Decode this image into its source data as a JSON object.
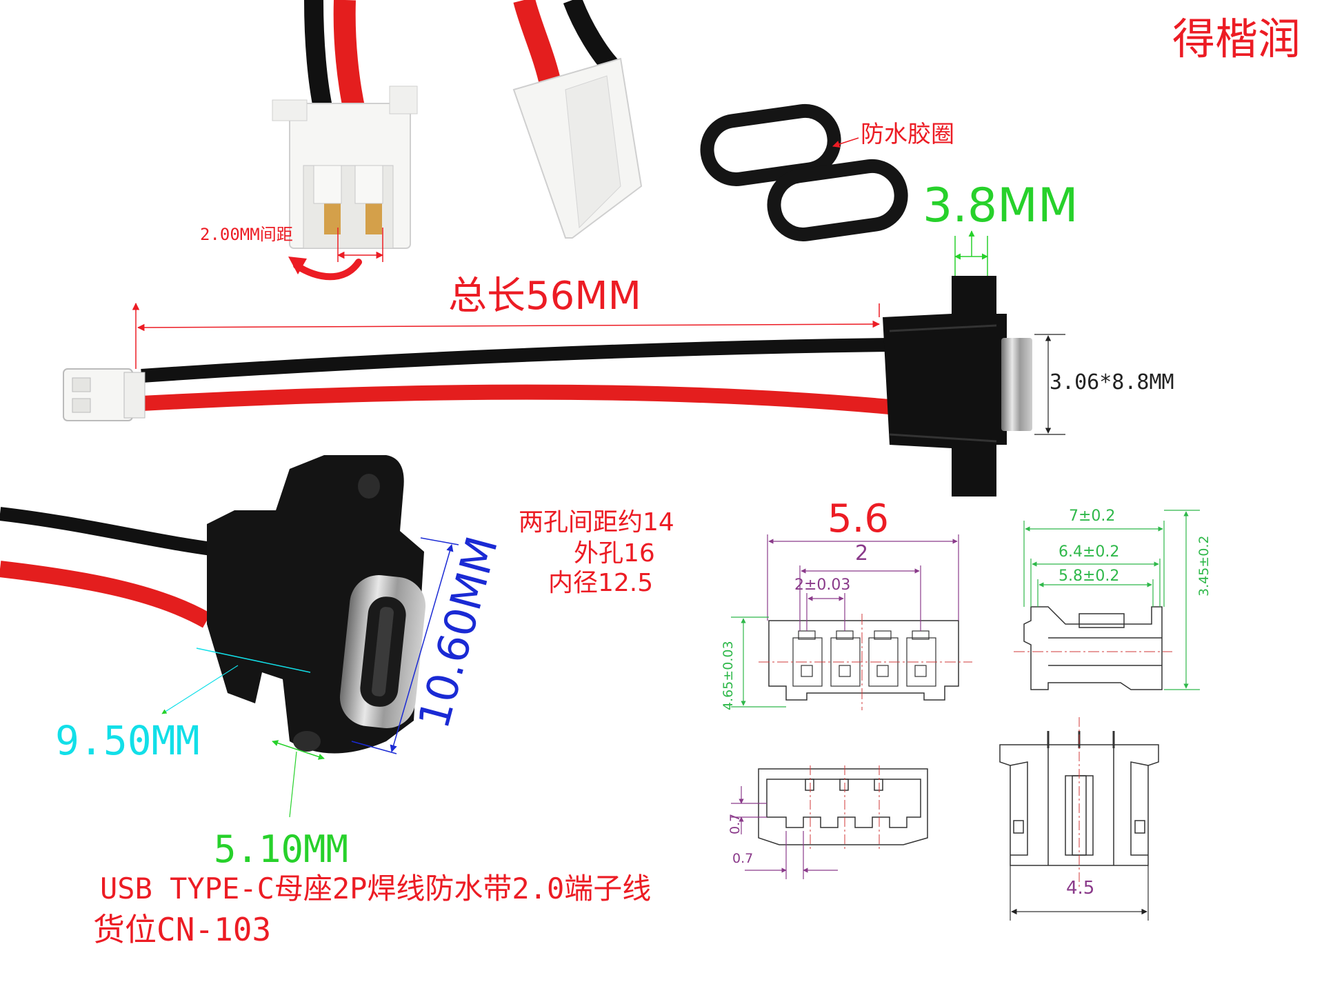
{
  "brand": "得楷润",
  "labels": {
    "pitch": "2.00MM间距",
    "seal_ring": "防水胶圈",
    "thickness": "3.8MM",
    "total_length": "总长56MM",
    "opening": "3.06*8.8MM",
    "hole_spacing": "两孔间距约14",
    "outer_hole": "外孔16",
    "inner_diameter": "内径12.5",
    "width": "9.50MM",
    "height": "10.60MM",
    "flange": "5.10MM",
    "product_name": "USB TYPE-C母座2P焊线防水带2.0端子线",
    "location": "货位CN-103"
  },
  "drawing": {
    "front_width": "5.6",
    "pin_span": "2",
    "pin_pitch": "2±0.03",
    "body_height": "4.65±0.03",
    "side_total": "7±0.2",
    "side_mid": "6.4±0.2",
    "side_inner": "5.8±0.2",
    "side_height": "3.45±0.2",
    "bottom_step_1": "0.7",
    "bottom_step_2": "0.7",
    "rear_width": "4.5"
  },
  "colors": {
    "annotation_red": "#ec1c24",
    "annotation_green": "#27d12b",
    "annotation_cyan": "#12dfe8",
    "annotation_blue": "#1a2ad4",
    "drawing_magenta": "#8a3a8a",
    "drawing_green": "#2fb84a"
  }
}
